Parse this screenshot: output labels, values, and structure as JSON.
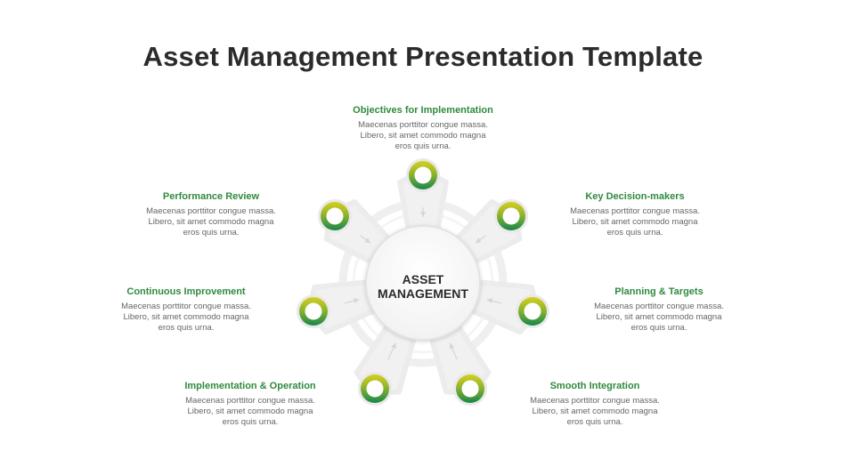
{
  "title": "Asset Management Presentation Template",
  "center": {
    "line1": "ASSET",
    "line2": "MANAGEMENT"
  },
  "items": [
    {
      "heading": "Objectives for Implementation",
      "text": "Maecenas porttitor congue massa.\nLibero, sit amet commodo magna\neros quis urna."
    },
    {
      "heading": "Key Decision-makers",
      "text": "Maecenas porttitor congue massa.\nLibero, sit amet commodo magna\neros quis urna."
    },
    {
      "heading": "Planning & Targets",
      "text": "Maecenas porttitor congue massa.\nLibero, sit amet commodo magna\neros quis urna."
    },
    {
      "heading": "Smooth Integration",
      "text": "Maecenas porttitor congue massa.\nLibero, sit amet commodo magna\neros quis urna."
    },
    {
      "heading": "Implementation & Operation",
      "text": "Maecenas porttitor congue massa.\nLibero, sit amet commodo magna\neros quis urna."
    },
    {
      "heading": "Continuous Improvement",
      "text": "Maecenas porttitor congue massa.\nLibero, sit amet commodo magna\neros quis urna."
    },
    {
      "heading": "Performance Review",
      "text": "Maecenas porttitor congue massa.\nLibero, sit amet commodo magna\neros quis urna."
    }
  ],
  "colors": {
    "heading_green": "#2f8a3e",
    "ring_green": "#1f8a4c",
    "ring_yellow": "#c9c21a",
    "title": "#2b2b2b"
  }
}
